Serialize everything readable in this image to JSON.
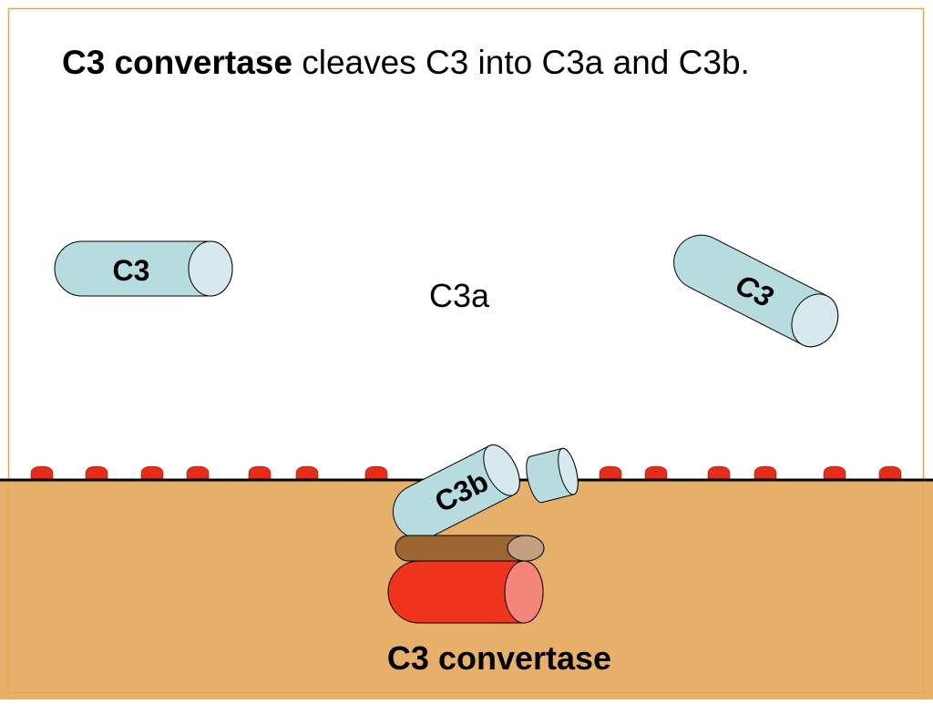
{
  "slide": {
    "title_bold": "C3 convertase",
    "title_rest": " cleaves C3 into C3a and C3b."
  },
  "labels": {
    "c3_left": "C3",
    "c3_right": "C3",
    "c3a": "C3a",
    "c3b": "C3b",
    "convertase": "C3 convertase"
  },
  "colors": {
    "membrane": "#e6b06b",
    "frame": "#e3a64a",
    "receptor": "#e52d1a",
    "c3_body": "#b7dce0",
    "c3_cap": "#d6eaee",
    "convertase_top": "#9b6633",
    "convertase_top_cap": "#c29f7f",
    "convertase_bottom": "#f0341e",
    "convertase_bottom_cap": "#f5857a"
  }
}
